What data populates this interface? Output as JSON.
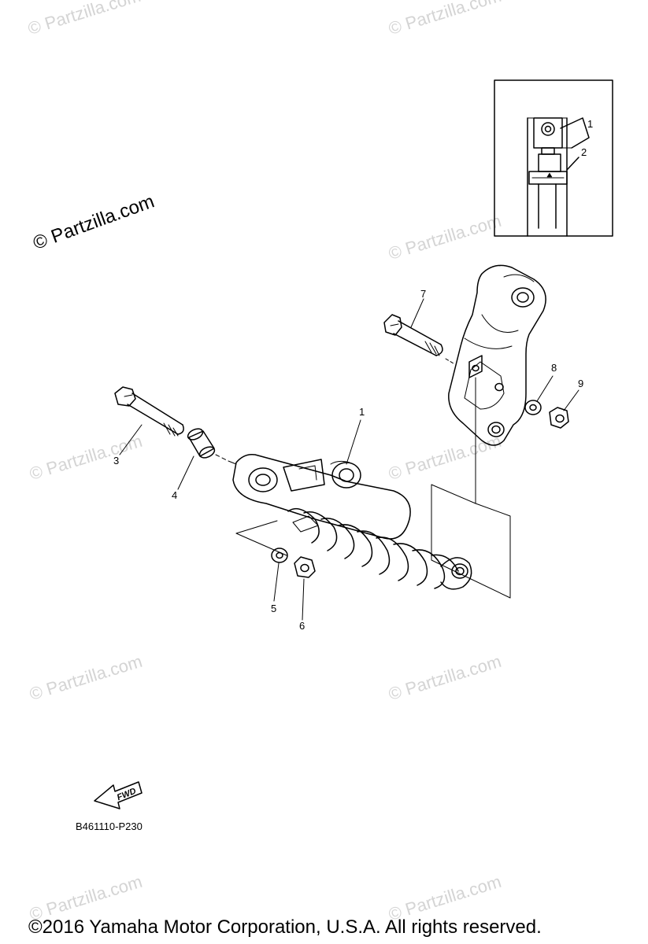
{
  "watermark": "© Partzilla.com",
  "watermark_main": "© Partzilla.com",
  "diagram_code": "B461110-P230",
  "copyright": "©2016  Yamaha Motor Corporation, U.S.A. All rights reserved.",
  "fwd_label": "FWD",
  "callouts": {
    "inset_1": "1",
    "inset_2": "2",
    "part_1": "1",
    "part_3": "3",
    "part_4": "4",
    "part_5": "5",
    "part_6": "6",
    "part_7": "7",
    "part_8": "8",
    "part_9": "9"
  }
}
